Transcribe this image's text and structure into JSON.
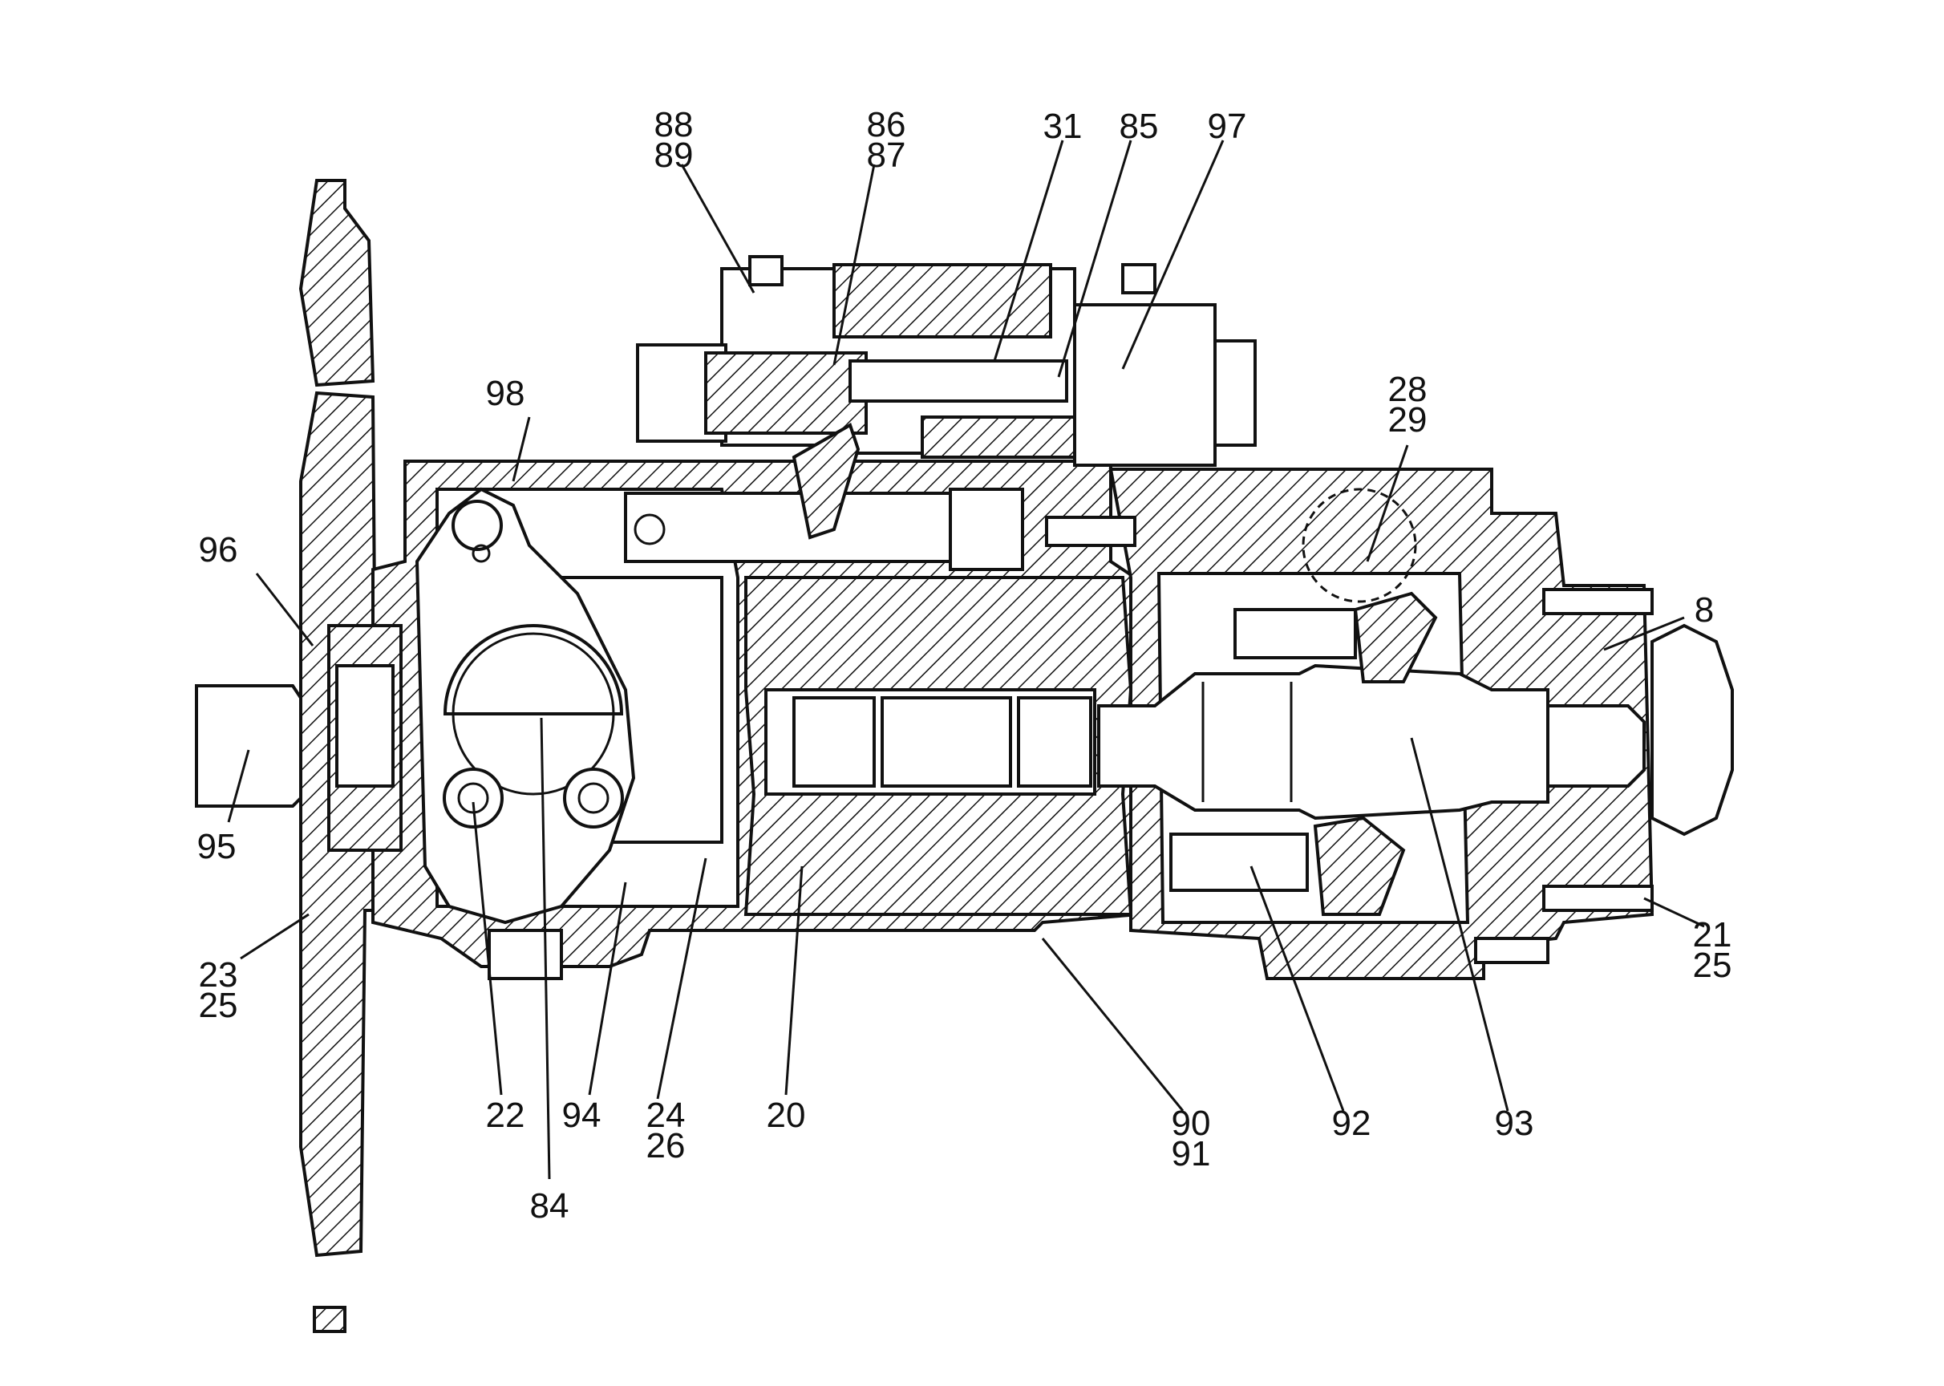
{
  "colors": {
    "ink": "#111111",
    "paper": "#ffffff"
  },
  "callouts": [
    {
      "id": "c88_89",
      "lines": [
        "88",
        "89"
      ]
    },
    {
      "id": "c86_87",
      "lines": [
        "86",
        "87"
      ]
    },
    {
      "id": "c31",
      "lines": [
        "31"
      ]
    },
    {
      "id": "c85",
      "lines": [
        "85"
      ]
    },
    {
      "id": "c97",
      "lines": [
        "97"
      ]
    },
    {
      "id": "c98",
      "lines": [
        "98"
      ]
    },
    {
      "id": "c28_29",
      "lines": [
        "28",
        "29"
      ]
    },
    {
      "id": "c96",
      "lines": [
        "96"
      ]
    },
    {
      "id": "c8",
      "lines": [
        "8"
      ]
    },
    {
      "id": "c95",
      "lines": [
        "95"
      ]
    },
    {
      "id": "c21_25",
      "lines": [
        "21",
        "25"
      ]
    },
    {
      "id": "c23_25",
      "lines": [
        "23",
        "25"
      ]
    },
    {
      "id": "c22",
      "lines": [
        "22"
      ]
    },
    {
      "id": "c94",
      "lines": [
        "94"
      ]
    },
    {
      "id": "c24_26",
      "lines": [
        "24",
        "26"
      ]
    },
    {
      "id": "c20",
      "lines": [
        "20"
      ]
    },
    {
      "id": "c90_91",
      "lines": [
        "90",
        "91"
      ]
    },
    {
      "id": "c92",
      "lines": [
        "92"
      ]
    },
    {
      "id": "c93",
      "lines": [
        "93"
      ]
    },
    {
      "id": "c84",
      "lines": [
        "84"
      ]
    }
  ]
}
